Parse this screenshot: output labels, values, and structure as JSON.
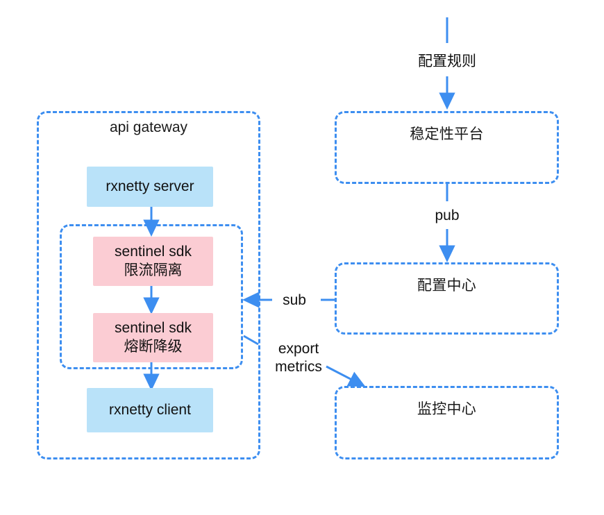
{
  "diagram": {
    "title": "api gateway sentinel architecture",
    "colors": {
      "dashed_border": "#3d8ef0",
      "arrow": "#3d8ef0",
      "fill_blue": "#b9e2f9",
      "fill_pink": "#fbccd3",
      "text": "#111111",
      "background": "#ffffff"
    },
    "groups": {
      "api_gateway": {
        "label": "api gateway"
      },
      "sentinel_group": {
        "label": ""
      }
    },
    "nodes": {
      "rxnetty_server": {
        "label": "rxnetty server",
        "fill": "blue"
      },
      "sentinel_flow": {
        "line1": "sentinel sdk",
        "line2": "限流隔离",
        "fill": "pink"
      },
      "sentinel_circuit": {
        "line1": "sentinel sdk",
        "line2": "熔断降级",
        "fill": "pink"
      },
      "rxnetty_client": {
        "label": "rxnetty client",
        "fill": "blue"
      },
      "stability_platform": {
        "label": "稳定性平台"
      },
      "config_center": {
        "label": "配置中心"
      },
      "monitor_center": {
        "label": "监控中心"
      }
    },
    "edge_labels": {
      "configure_rules": "配置规则",
      "pub": "pub",
      "sub": "sub",
      "export_metrics": "export\nmetrics"
    }
  }
}
